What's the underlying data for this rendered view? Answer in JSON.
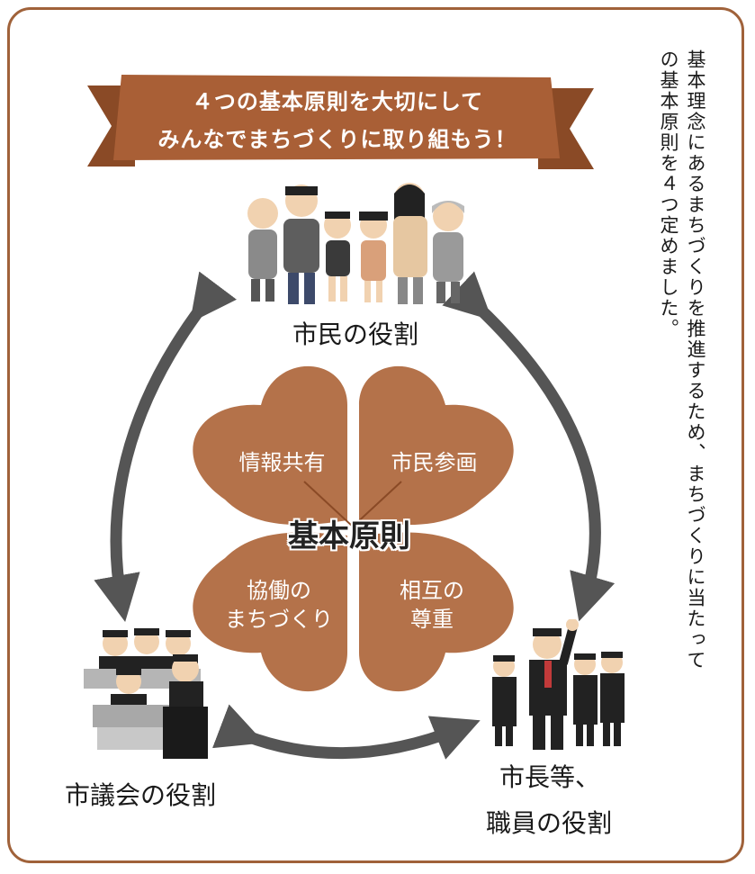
{
  "banner": {
    "line1": "４つの基本原則を大切にして",
    "line2": "みんなでまちづくりに取り組もう！"
  },
  "side_note": {
    "line1": "基本理念にあるまちづくりを推進するため、まちづくりに当たって",
    "line2": "の基本原則を４つ定めました。"
  },
  "roles": {
    "citizens": "市民の役割",
    "council": "市議会の役割",
    "mayor_line1": "市長等、",
    "mayor_line2": "職員の役割"
  },
  "center": "基本原則",
  "principles": {
    "info_sharing": "情報共有",
    "participation": "市民参画",
    "collab_line1": "協働の",
    "collab_line2": "まちづくり",
    "respect_line1": "相互の",
    "respect_line2": "尊重"
  },
  "colors": {
    "frame": "#a0623a",
    "banner": "#a95f36",
    "leaf": "#b4724a",
    "arrow": "#555555"
  }
}
